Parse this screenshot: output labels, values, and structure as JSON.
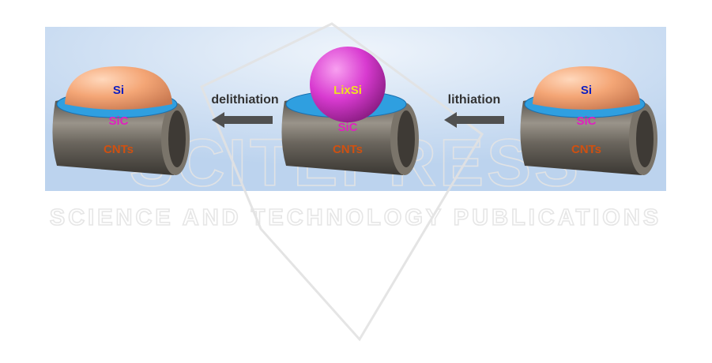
{
  "figure": {
    "units": [
      {
        "core": "Si",
        "shell": "SiC",
        "tube": "CNTs"
      },
      {
        "core": "LixSi",
        "shell": "SiC",
        "tube": "CNTs"
      },
      {
        "core": "Si",
        "shell": "SiC",
        "tube": "CNTs"
      }
    ],
    "arrows": [
      {
        "label": "delithiation"
      },
      {
        "label": "lithiation"
      }
    ]
  },
  "watermark": {
    "line1": "SCITEPRESS",
    "line2": "SCIENCE AND TECHNOLOGY PUBLICATIONS"
  },
  "colors": {
    "si": "#f2a878",
    "lixsi": "#d83ad0",
    "sic": "#2f9fe0",
    "cnt": "#6f6a62",
    "si_text": "#1020c0",
    "sic_text": "#e020c0",
    "cnt_text": "#d05010",
    "lixsi_text": "#f0e020",
    "arrow": "#505050",
    "bg": "#c8daf0"
  }
}
